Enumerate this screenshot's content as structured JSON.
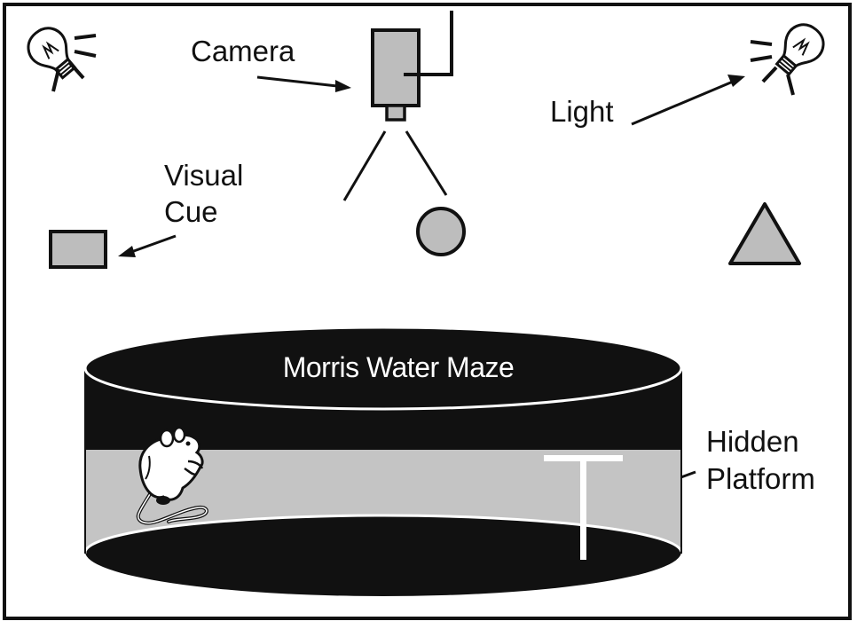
{
  "labels": {
    "camera": "Camera",
    "light": "Light",
    "visual_cue_line1": "Visual",
    "visual_cue_line2": "Cue",
    "hidden_platform_line1": "Hidden",
    "hidden_platform_line2": "Platform",
    "maze_title": "Morris Water Maze"
  },
  "colors": {
    "ink": "#111111",
    "gray_fill": "#bdbdbd",
    "water": "#c4c4c4",
    "white": "#ffffff"
  },
  "icons": [
    "light-bulb-icon",
    "camera-icon",
    "rat-icon",
    "triangle-cue",
    "circle-cue",
    "rectangle-cue"
  ]
}
